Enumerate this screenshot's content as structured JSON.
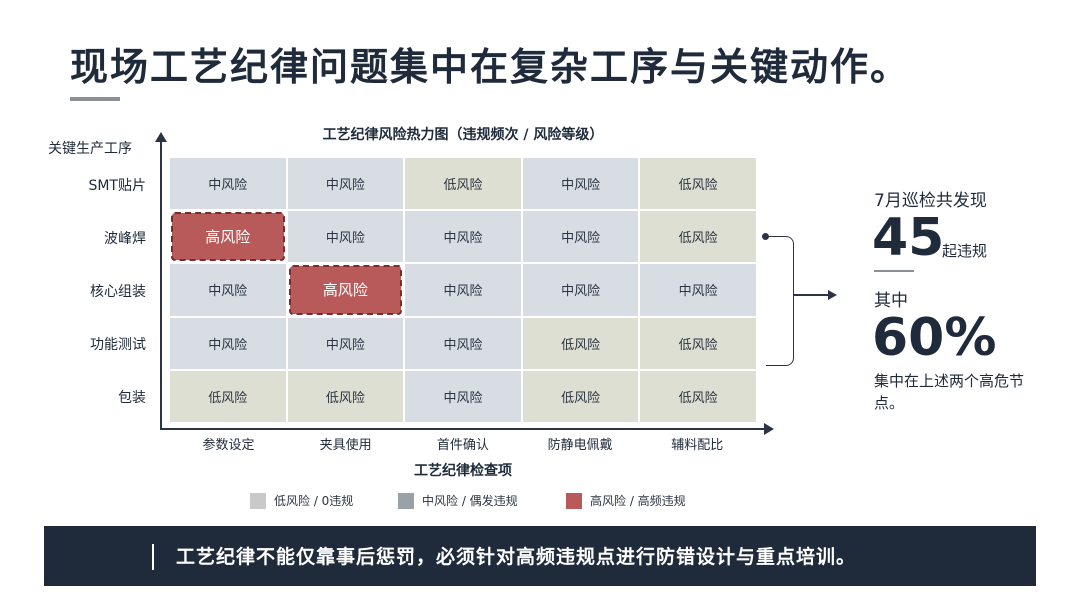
{
  "header": {
    "title": "现场工艺纪律问题集中在复杂工序与关键动作。"
  },
  "heatmap": {
    "title": "工艺纪律风险热力图（违规频次 / 风险等级）",
    "y_title": "关键生产工序",
    "x_title": "工艺纪律检查项",
    "rows": [
      "SMT贴片",
      "波峰焊",
      "核心组装",
      "功能测试",
      "包装"
    ],
    "cols": [
      "参数设定",
      "夹具使用",
      "首件确认",
      "防静电佩戴",
      "辅料配比"
    ],
    "cells": [
      [
        {
          "level": "mid",
          "label": "中风险"
        },
        {
          "level": "mid",
          "label": "中风险"
        },
        {
          "level": "low",
          "label": "低风险"
        },
        {
          "level": "mid",
          "label": "中风险"
        },
        {
          "level": "low",
          "label": "低风险"
        }
      ],
      [
        {
          "level": "high",
          "label": "高风险"
        },
        {
          "level": "mid",
          "label": "中风险"
        },
        {
          "level": "mid",
          "label": "中风险"
        },
        {
          "level": "mid",
          "label": "中风险"
        },
        {
          "level": "low",
          "label": "低风险"
        }
      ],
      [
        {
          "level": "mid",
          "label": "中风险"
        },
        {
          "level": "high",
          "label": "高风险"
        },
        {
          "level": "mid",
          "label": "中风险"
        },
        {
          "level": "mid",
          "label": "中风险"
        },
        {
          "level": "mid",
          "label": "中风险"
        }
      ],
      [
        {
          "level": "mid",
          "label": "中风险"
        },
        {
          "level": "mid",
          "label": "中风险"
        },
        {
          "level": "mid",
          "label": "中风险"
        },
        {
          "level": "low",
          "label": "低风险"
        },
        {
          "level": "low",
          "label": "低风险"
        }
      ],
      [
        {
          "level": "low",
          "label": "低风险"
        },
        {
          "level": "low",
          "label": "低风险"
        },
        {
          "level": "mid",
          "label": "中风险"
        },
        {
          "level": "low",
          "label": "低风险"
        },
        {
          "level": "low",
          "label": "低风险"
        }
      ]
    ],
    "colors": {
      "low": "#dedfd3",
      "mid": "#d7dde2",
      "high": "#b85a5a"
    }
  },
  "legend": [
    {
      "label": "低风险 / 0违规",
      "color": "#c9c9c9"
    },
    {
      "label": "中风险 / 偶发违规",
      "color": "#9aa2a8"
    },
    {
      "label": "高风险 / 高频违规",
      "color": "#b85a5a"
    }
  ],
  "stats": {
    "intro": "7月巡检共发现",
    "count": "45",
    "count_unit": "起违规",
    "sub": "其中",
    "percent": "60%",
    "note": "集中在上述两个高危节点。"
  },
  "banner": {
    "text": "工艺纪律不能仅靠事后惩罚，必须针对高频违规点进行防错设计与重点培训。"
  }
}
